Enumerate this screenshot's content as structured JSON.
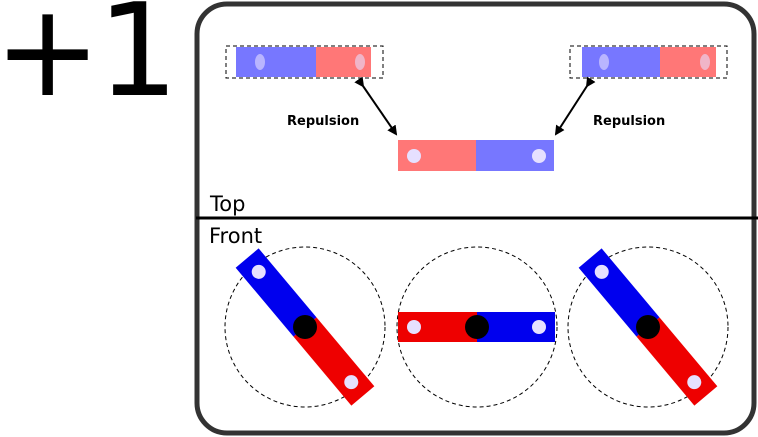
{
  "header": {
    "count_label": "+1"
  },
  "top_view": {
    "section_label": "Top",
    "left_arrow_label": "Repulsion",
    "right_arrow_label": "Repulsion"
  },
  "front_view": {
    "section_label": "Front"
  },
  "colors": {
    "frame": "#333333",
    "north_light": "#7777ff",
    "south_light": "#ff7777",
    "north_dark": "#0000ee",
    "south_dark": "#ee0000",
    "marker": "#e6e0ff",
    "pivot": "#000000"
  },
  "icons": [
    "magnet-bar",
    "pivot-dot",
    "arrow",
    "dashed-circle"
  ]
}
